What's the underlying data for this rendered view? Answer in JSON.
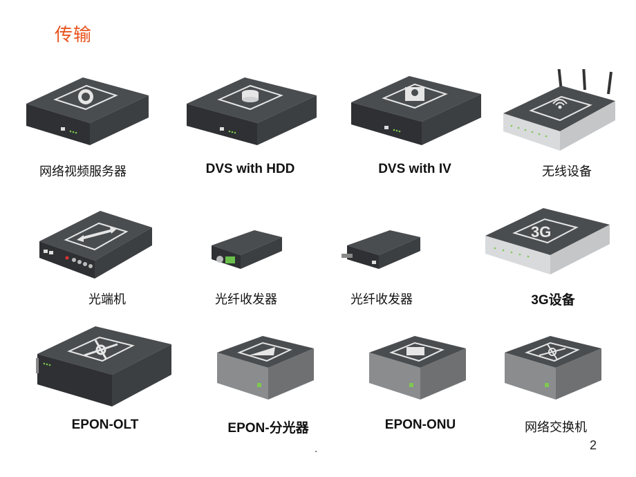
{
  "slide": {
    "title": "传输",
    "page_number": "2",
    "footer_mark": "."
  },
  "devices": [
    {
      "label": "网络视频服务器",
      "icon": "video-server-icon"
    },
    {
      "label": "DVS with HDD",
      "icon": "dvs-hdd-icon"
    },
    {
      "label": "DVS with IV",
      "icon": "dvs-iv-icon"
    },
    {
      "label": "无线设备",
      "icon": "wireless-device-icon"
    },
    {
      "label": "光端机",
      "icon": "optical-transceiver-icon"
    },
    {
      "label": "光纤收发器",
      "icon": "fiber-transceiver-bnc-icon"
    },
    {
      "label": "光纤收发器",
      "icon": "fiber-transceiver-icon"
    },
    {
      "label": "3G设备",
      "icon": "3g-device-icon"
    },
    {
      "label": "EPON-OLT",
      "icon": "epon-olt-icon"
    },
    {
      "label": "EPON-分光器",
      "icon": "epon-splitter-icon"
    },
    {
      "label": "EPON-ONU",
      "icon": "epon-onu-icon"
    },
    {
      "label": "网络交换机",
      "icon": "network-switch-icon"
    }
  ],
  "colors": {
    "title": "#e8541e",
    "device_dark": "#3a3d40",
    "device_light_top": "#cfd1d3",
    "led_green": "#7ec850"
  }
}
